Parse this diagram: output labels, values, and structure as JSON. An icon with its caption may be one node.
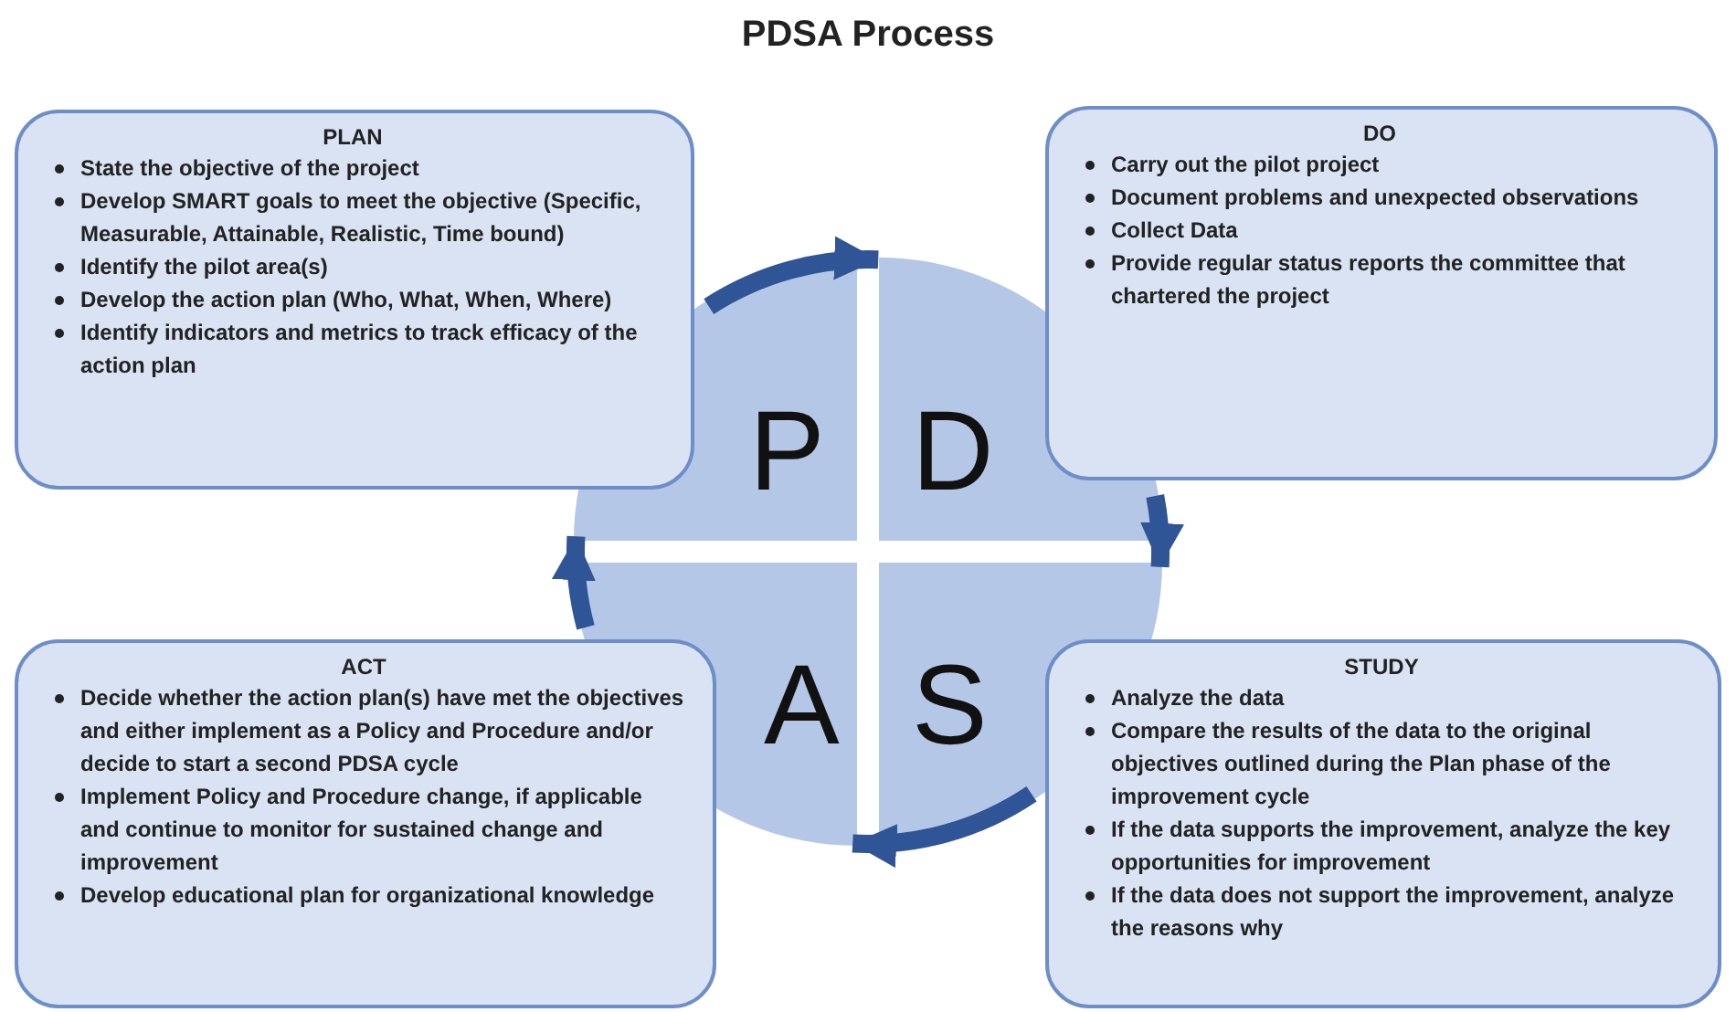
{
  "diagram": {
    "title": "PDSA Process",
    "nodes": [
      {
        "text": [
          "PLAN",
          "State the objective of the project",
          "Develop SMART goals to meet the objective (Specific, Measurable, Attainable, Realistic, Time bound)",
          "Identify the pilot area(s)",
          "Develop the action plan (Who, What, When, Where)",
          "Identify indicators and metrics to track efficacy of the action plan"
        ]
      },
      {
        "text": [
          "DO",
          "Carry out the pilot project",
          "Document problems and unexpected observations",
          "Collect Data",
          "Provide regular status reports the committee that chartered the project"
        ]
      },
      {
        "text": [
          "P"
        ]
      },
      {
        "text": [
          "D"
        ]
      },
      {
        "text": [
          "A"
        ]
      },
      {
        "text": [
          "S"
        ]
      },
      {
        "text": [
          "ACT",
          "Decide whether the action plan(s) have met the objectives and either implement as a Policy and Procedure and/or decide to start a second PDSA cycle",
          "Implement Policy and Procedure change, if applicable and continue to monitor for sustained change and improvement",
          "Develop educational plan for organizational knowledge"
        ]
      },
      {
        "text": [
          "STUDY",
          "Analyze the data",
          "Compare the results of the data to the original objectives outlined during the Plan phase of the improvement cycle",
          "If the data supports the improvement, analyze the key opportunities for improvement",
          "If the data does not support the improvement, analyze the reasons why"
        ]
      }
    ],
    "edges": [
      {
        "from": 2,
        "to": 3,
        "arrow": "to"
      },
      {
        "from": 3,
        "to": 5,
        "arrow": "to"
      },
      {
        "from": 5,
        "to": 4,
        "arrow": "to"
      },
      {
        "from": 4,
        "to": 2,
        "arrow": "to"
      }
    ]
  }
}
